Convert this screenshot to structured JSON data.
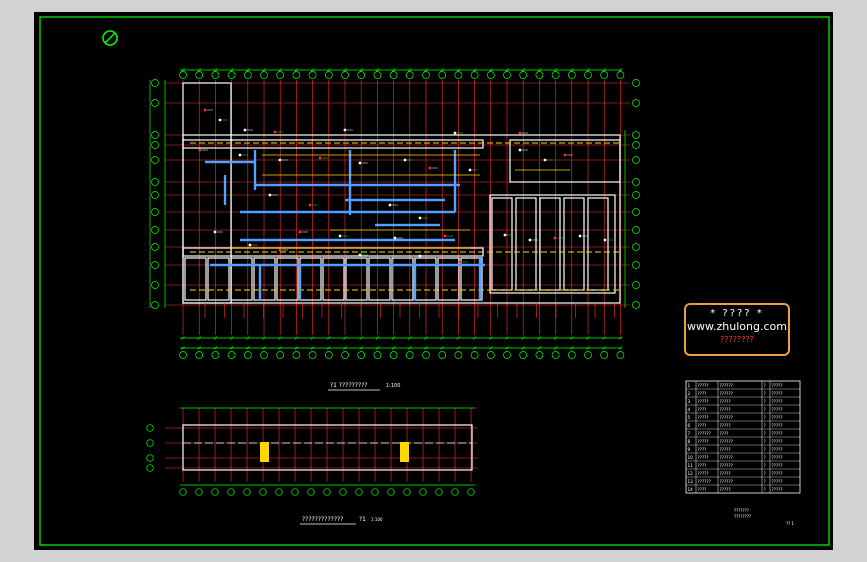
{
  "drawing": {
    "background": "#000000",
    "frame_color": "#00ff00",
    "colors": {
      "grid": "#ff3030",
      "wall": "#ffffff",
      "duct": "#3a8fff",
      "pipe": "#ffd800",
      "dim": "#00ff00",
      "text": "#ffffff"
    },
    "plan_title": "?1 ?????????",
    "plan_scale": "1:100",
    "section_title": "?????????????",
    "section_mark": "?1",
    "section_scale": "1:100",
    "north_icon": "north-arrow-icon"
  },
  "watermark": {
    "line1": "* ???? *",
    "line2": "www.zhulong.com",
    "line3": "????????"
  },
  "legend": {
    "rows": [
      [
        "1",
        "?????",
        "??????",
        "?",
        "?????"
      ],
      [
        "2",
        "????",
        "??????",
        "?",
        "?????"
      ],
      [
        "3",
        "?????",
        "?????",
        "?",
        "?????"
      ],
      [
        "4",
        "????",
        "?????",
        "?",
        "?????"
      ],
      [
        "5",
        "?????",
        "??????",
        "?",
        "?????"
      ],
      [
        "6",
        "????",
        "?????",
        "?",
        "?????"
      ],
      [
        "7",
        "??????",
        "????",
        "?",
        "?????"
      ],
      [
        "8",
        "?????",
        "??????",
        "?",
        "?????"
      ],
      [
        "9",
        "????",
        "?????",
        "?",
        "?????"
      ],
      [
        "10",
        "?????",
        "??????",
        "?",
        "?????"
      ],
      [
        "11",
        "????",
        "??????",
        "?",
        "?????"
      ],
      [
        "12",
        "?????",
        "?????",
        "?",
        "?????"
      ],
      [
        "13",
        "??????",
        "??????",
        "?",
        "?????"
      ],
      [
        "14",
        "????",
        "?????",
        "?",
        "?????"
      ]
    ],
    "note1": "???????",
    "note2": "????????",
    "sheet_no": "?? 1"
  }
}
